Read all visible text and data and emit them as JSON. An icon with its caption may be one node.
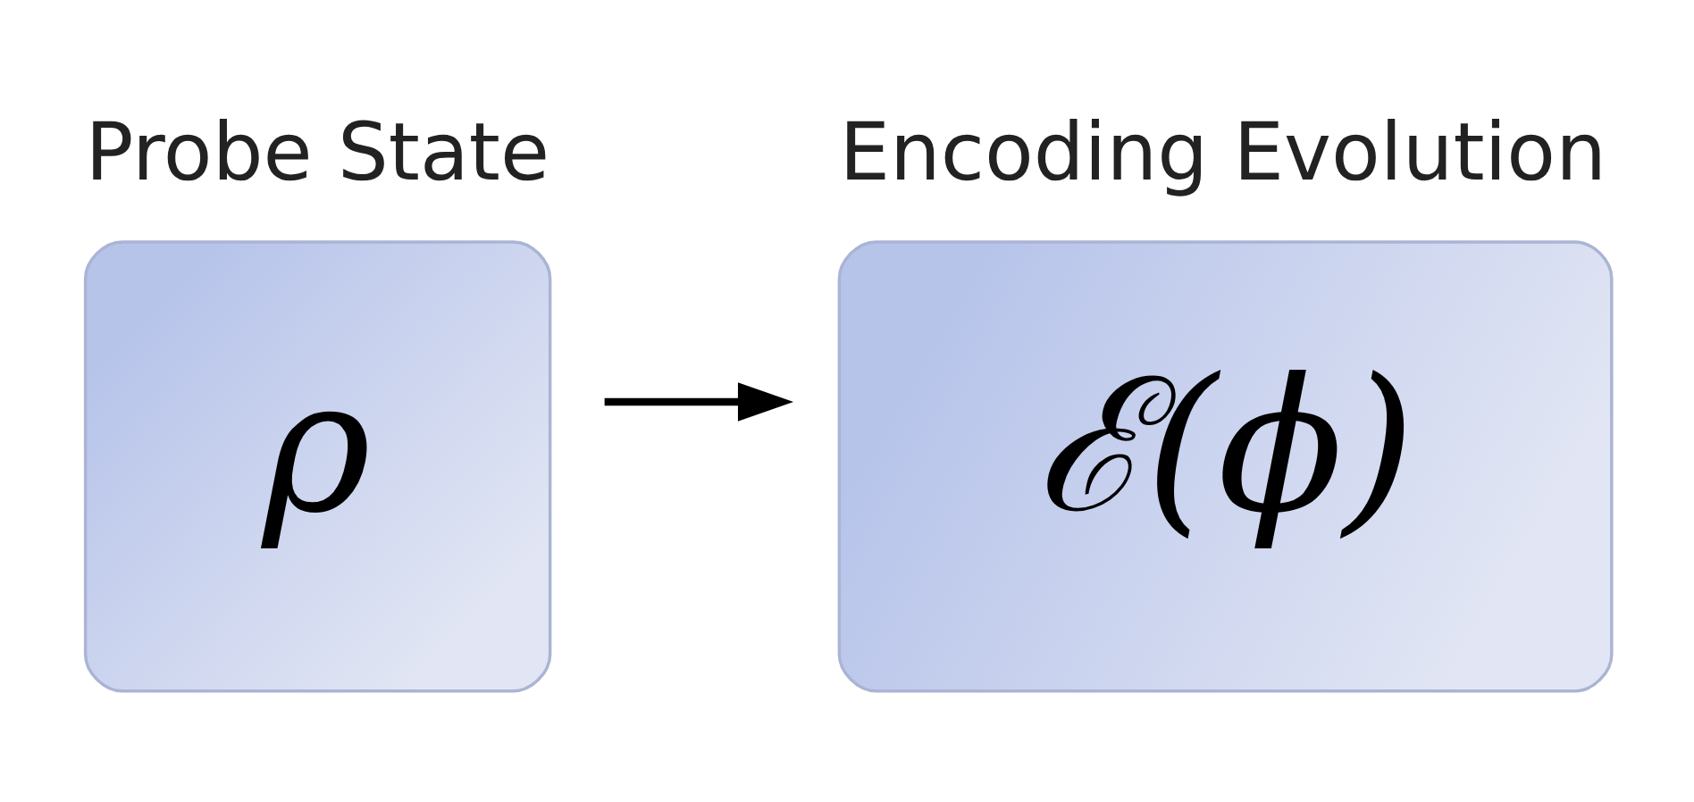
{
  "diagram": {
    "nodes": [
      {
        "text": [
          "Probe State",
          "ρ"
        ]
      },
      {
        "text": [
          "Encoding Evolution",
          "ℰ(ϕ)"
        ]
      }
    ],
    "edges": [
      {
        "from": 0,
        "to": 1,
        "arrow": "to"
      }
    ]
  }
}
